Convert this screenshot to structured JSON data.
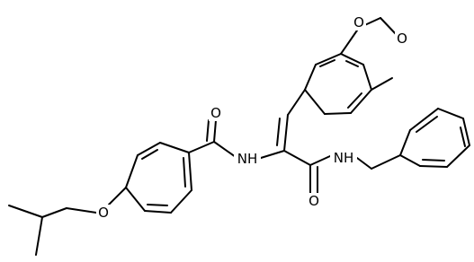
{
  "structure": {
    "atom_labels": {
      "carbonyl_oxygen_benzamide": "O",
      "amide_nh_left": "NH",
      "amide_nh_right": "NH",
      "carbonyl_oxygen_acrylamide": "O",
      "ether_oxygen": "O",
      "dioxole_oxygen_top": "O",
      "dioxole_oxygen_right": "O"
    }
  }
}
